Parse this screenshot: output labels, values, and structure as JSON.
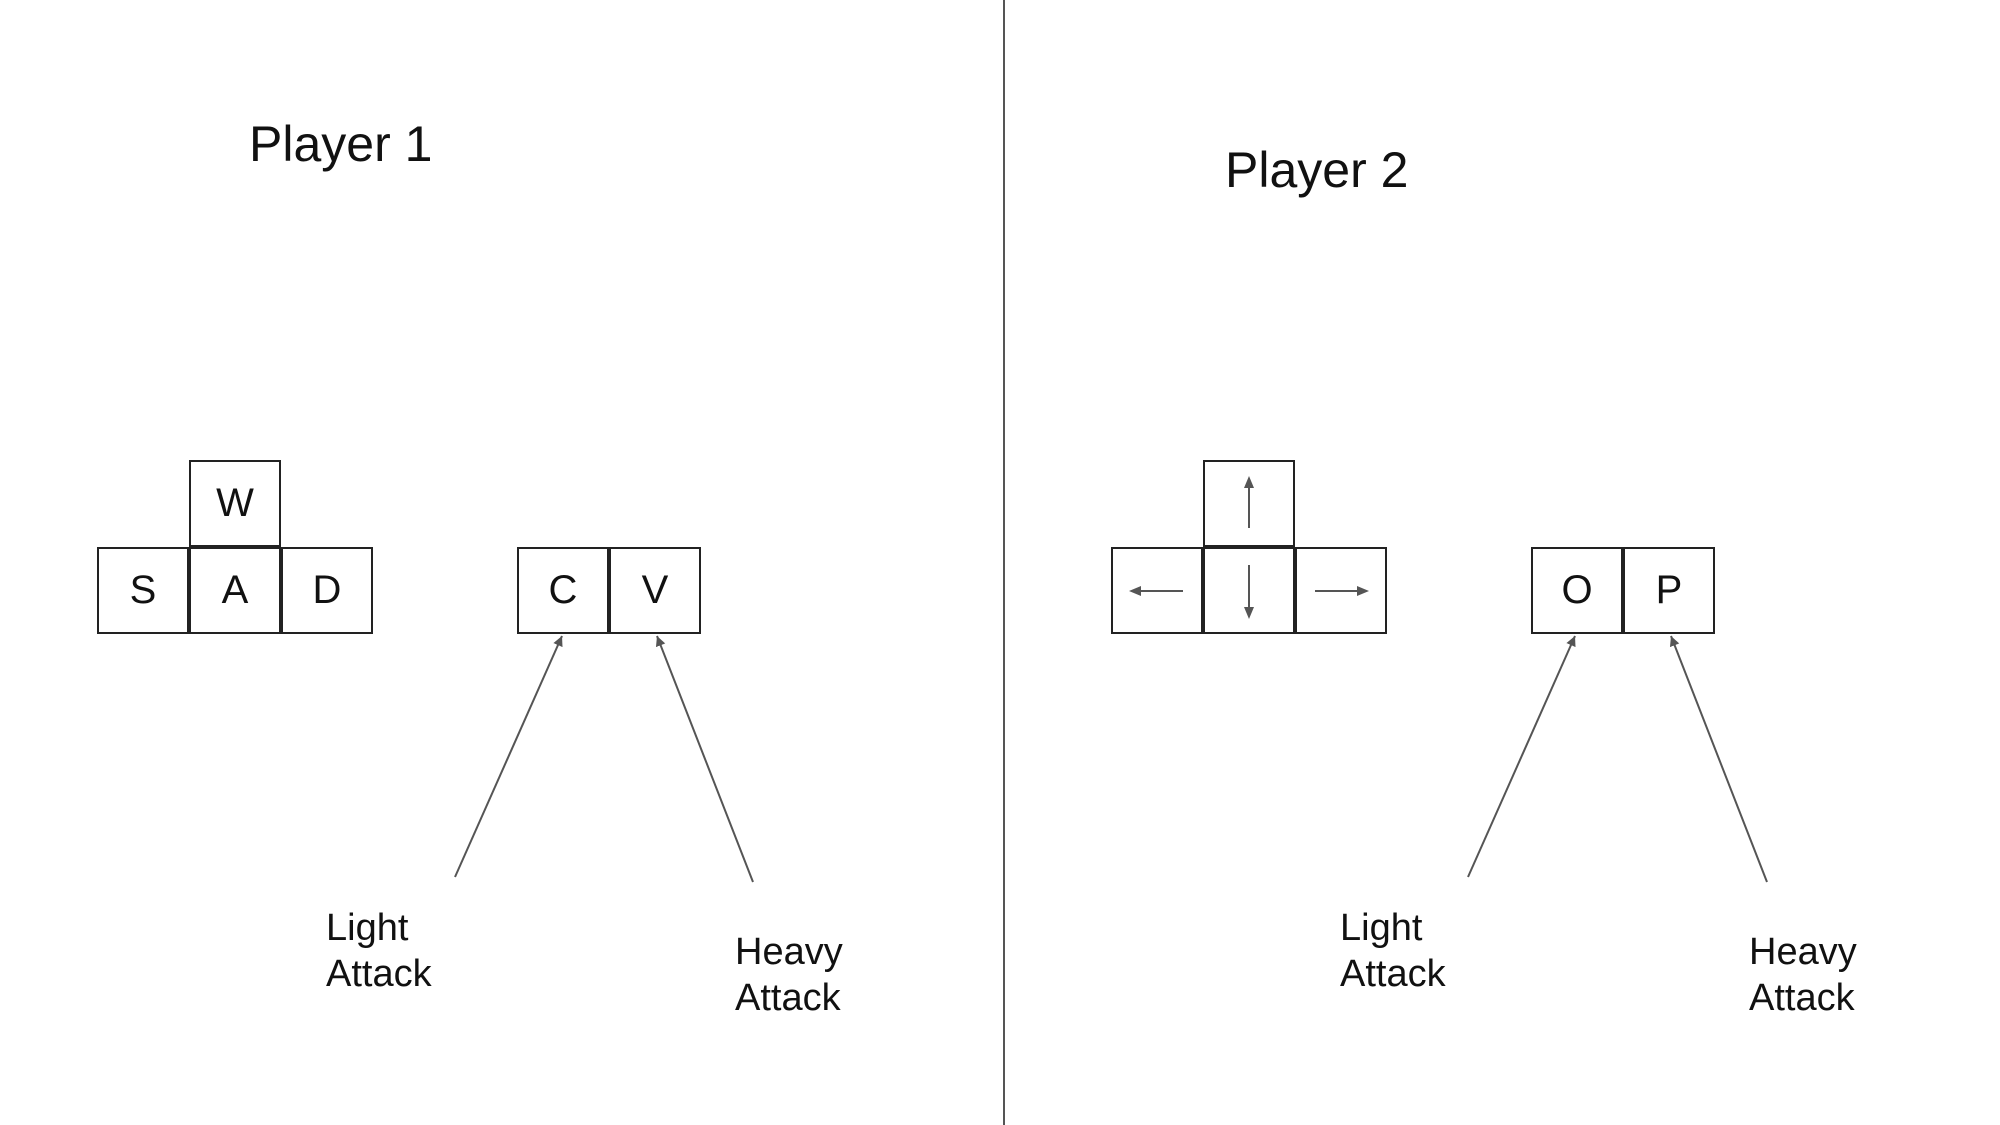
{
  "player1": {
    "title": "Player 1",
    "movement_keys": {
      "up": "W",
      "left": "S",
      "center": "A",
      "right": "D"
    },
    "attack_keys": {
      "light": "C",
      "heavy": "V"
    },
    "light_attack": {
      "line1": "Light",
      "line2": "Attack"
    },
    "heavy_attack": {
      "line1": "Heavy",
      "line2": "Attack"
    }
  },
  "player2": {
    "title": "Player 2",
    "movement_keys": {
      "up": "arrow-up-icon",
      "left": "arrow-left-icon",
      "center": "arrow-down-icon",
      "right": "arrow-right-icon"
    },
    "attack_keys": {
      "light": "O",
      "heavy": "P"
    },
    "light_attack": {
      "line1": "Light",
      "line2": "Attack"
    },
    "heavy_attack": {
      "line1": "Heavy",
      "line2": "Attack"
    }
  },
  "colors": {
    "line": "#555555",
    "key_border": "#222222",
    "text": "#111111",
    "background": "#ffffff"
  }
}
